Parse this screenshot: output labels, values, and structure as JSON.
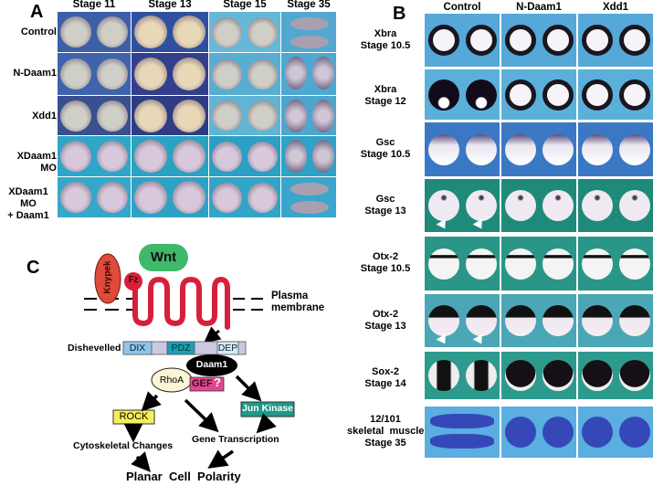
{
  "panelA": {
    "letter": "A",
    "columns": [
      "Stage 11",
      "Stage 13",
      "Stage 15",
      "Stage 35"
    ],
    "rows": [
      {
        "label": "Control",
        "bg": [
          "#3d5fa8",
          "#2f4fa0",
          "#66b8d8",
          "#53a8d0"
        ]
      },
      {
        "label": "N-Daam1",
        "bg": [
          "#3f63ac",
          "#333f8c",
          "#58aed2",
          "#4ea8d2"
        ]
      },
      {
        "label": "Xdd1",
        "bg": [
          "#3a4f8e",
          "#2e3c86",
          "#62b4d4",
          "#4ea6cf"
        ]
      },
      {
        "label": "XDaam1 MO",
        "bg": [
          "#2fa6c8",
          "#2aa2c4",
          "#2c9fc4",
          "#2fa2c6"
        ]
      },
      {
        "label": "XDaam1 MO",
        "label2": "+ Daam1",
        "bg": [
          "#35a8ca",
          "#2ea2c6",
          "#31a4c8",
          "#3aa6cc"
        ]
      }
    ]
  },
  "panelB": {
    "letter": "B",
    "columns": [
      "Control",
      "N-Daam1",
      "Xdd1"
    ],
    "rows": [
      {
        "line1": "Xbra",
        "line2": "Stage 10.5",
        "bg": "#55a8d8"
      },
      {
        "line1": "Xbra",
        "line2": "Stage 12",
        "bg": "#5bb0da"
      },
      {
        "line1": "Gsc",
        "line2": "Stage 10.5",
        "bg": "#3a78c4"
      },
      {
        "line1": "Gsc",
        "line2": "Stage 13",
        "bg": "#1f8a7a"
      },
      {
        "line1": "Otx-2",
        "line2": "Stage 10.5",
        "bg": "#2a9688"
      },
      {
        "line1": "Otx-2",
        "line2": "Stage 13",
        "bg": "#4ba6b6"
      },
      {
        "line1": "Sox-2",
        "line2": "Stage 14",
        "bg": "#2e9a8e"
      },
      {
        "line1": "12/101",
        "line2": "skeletal  muscle",
        "line3": "Stage 35",
        "bg": "#5aaee0"
      }
    ]
  },
  "panelC": {
    "letter": "C",
    "wnt": "Wnt",
    "knypek": "Knypek",
    "fz": "Fz",
    "membrane": [
      "Plasma",
      "membrane"
    ],
    "dishevelled": "Dishevelled",
    "domains": [
      "DIX",
      "PDZ",
      "DEP"
    ],
    "daam1": "Daam1",
    "rhoa": "RhoA",
    "gef": "GEF",
    "gef_q": "?",
    "rock": "ROCK",
    "jnk": "Jun Kinase",
    "cyto": "Cytoskeletal Changes",
    "gene": "Gene Transcription",
    "pcp": "Planar  Cell  Polarity",
    "colors": {
      "wnt": "#3fb86a",
      "knypek": "#e04a3a",
      "fz": "#d81f3a",
      "dix": "#8ec4ea",
      "pdz": "#1b9fb8",
      "dep": "#d6ecf6",
      "linker": "#c9c9e4",
      "rock": "#f4ef5a",
      "jnk": "#1f9a8a",
      "gef": "#e0488e",
      "rhoa": "#fbf6d6"
    }
  }
}
